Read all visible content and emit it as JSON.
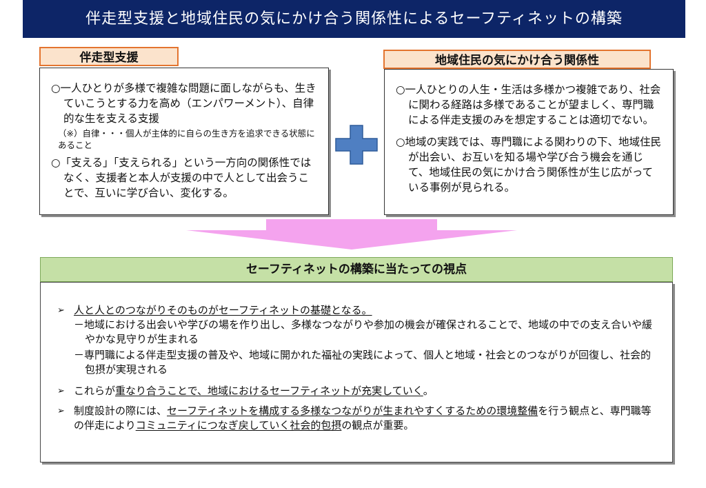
{
  "title": "伴走型支援と地域住民の気にかけ合う関係性によるセーフティネットの構築",
  "left": {
    "label": "伴走型支援",
    "item1": "○一人ひとりが多様で複雑な問題に面しながらも、生きていこうとする力を高め（エンパワーメント）、自律的な生を支える支援",
    "note": "（※）自律・・・個人が主体的に自らの生き方を追求できる状態にあること",
    "item2": "○「支える」「支えられる」という一方向の関係性ではなく、支援者と本人が支援の中で人として出会うことで、互いに学び合い、変化する。"
  },
  "right": {
    "label": "地域住民の気にかけ合う関係性",
    "item1": "○一人ひとりの人生・生活は多様かつ複雑であり、社会に関わる経路は多様であることが望ましく、専門職による伴走支援のみを想定することは適切でない。",
    "item2": "○地域の実践では、専門職による関わりの下、地域住民が出会い、お互いを知る場や学び合う機会を通じて、地域住民の気にかけ合う関係性が生じ広がっている事例が見られる。"
  },
  "perspective": {
    "header": "セーフティネットの構築に当たっての視点",
    "bullet_mark": "➢",
    "b1": "人と人とのつながりそのものがセーフティネットの基礎となる。",
    "b1_sub1": "－地域における出会いや学びの場を作り出し、多様なつながりや参加の機会が確保されることで、地域の中での支え合いや緩やかな見守りが生まれる",
    "b1_sub2": "－専門職による伴走型支援の普及や、地域に開かれた福祉の実践によって、個人と地域・社会とのつながりが回復し、社会的包摂が実現される",
    "b2_pre": "これらが",
    "b2_u": "重なり合うことで、地域におけるセーフティネットが充実していく",
    "b2_post": "。",
    "b3_a": "制度設計の際には、",
    "b3_b": "セーフティネットを構成する多様なつながりが生まれやすくするための環境整備",
    "b3_c": "を行う観点と、専門職等の伴走により",
    "b3_d": "コミュニティにつなぎ戻していく社会的包摂",
    "b3_e": "の観点が重要。"
  },
  "colors": {
    "title_bg": "#0d2567",
    "label_bg": "#fbe3cc",
    "label_border": "#e3742f",
    "plus": "#4f7fc2",
    "arrow": "#f4a3ee",
    "header_bg": "#c5e0a6"
  }
}
